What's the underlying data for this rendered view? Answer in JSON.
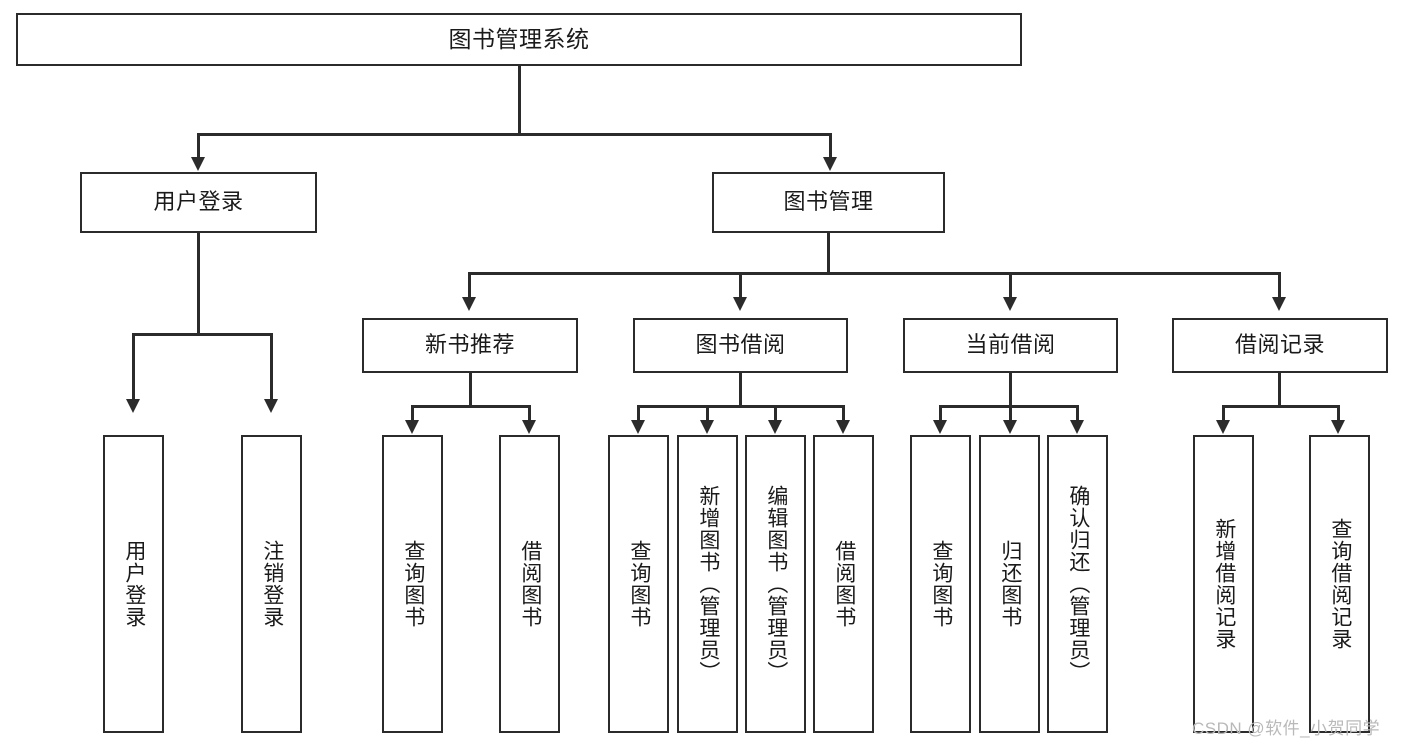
{
  "diagram": {
    "title": "图书管理系统",
    "type": "hierarchy-tree",
    "root": {
      "label": "图书管理系统"
    },
    "level2": [
      {
        "label": "用户登录"
      },
      {
        "label": "图书管理"
      }
    ],
    "level3": [
      {
        "label": "新书推荐"
      },
      {
        "label": "图书借阅"
      },
      {
        "label": "当前借阅"
      },
      {
        "label": "借阅记录"
      }
    ],
    "leaves": {
      "user_login": [
        {
          "label": "用户登录"
        },
        {
          "label": "注销登录"
        }
      ],
      "new_book_recommend": [
        {
          "label": "查询图书"
        },
        {
          "label": "借阅图书"
        }
      ],
      "book_borrow": [
        {
          "label": "查询图书"
        },
        {
          "label": "新增图书（管理员）"
        },
        {
          "label": "编辑图书（管理员）"
        },
        {
          "label": "借阅图书"
        }
      ],
      "current_borrow": [
        {
          "label": "查询图书"
        },
        {
          "label": "归还图书"
        },
        {
          "label": "确认归还（管理员）"
        }
      ],
      "borrow_record": [
        {
          "label": "新增借阅记录"
        },
        {
          "label": "查询借阅记录"
        }
      ]
    }
  },
  "watermark": {
    "text": "CSDN @软件_小贺同学"
  },
  "colors": {
    "background": "#ffffff",
    "box_fill": "#ffffff",
    "box_border": "#2b2b2b",
    "text": "#1a1a1a",
    "connector": "#2b2b2b",
    "watermark": "#b9b9b9"
  }
}
